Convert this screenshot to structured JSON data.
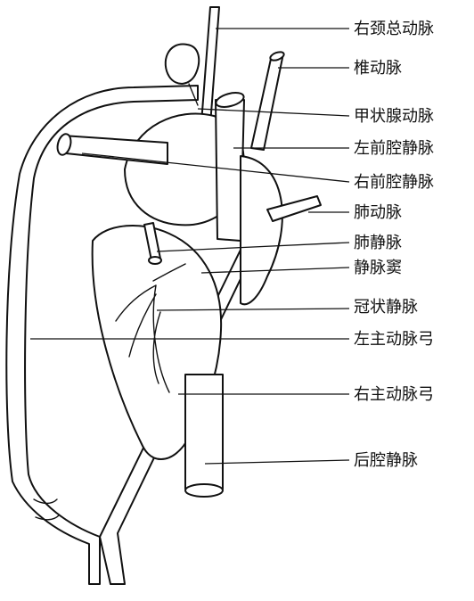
{
  "labels": {
    "right_common_carotid": "右颈总动脉",
    "vertebral_artery": "椎动脉",
    "thyroid_artery": "甲状腺动脉",
    "left_anterior_vena_cava": "左前腔静脉",
    "right_anterior_vena_cava": "右前腔静脉",
    "pulmonary_artery": "肺动脉",
    "pulmonary_vein": "肺静脉",
    "sinus_venosus": "静脉窦",
    "coronary_vein": "冠状静脉",
    "left_aortic_arch": "左主动脉弓",
    "right_aortic_arch": "右主动脉弓",
    "posterior_vena_cava": "后腔静脉"
  }
}
